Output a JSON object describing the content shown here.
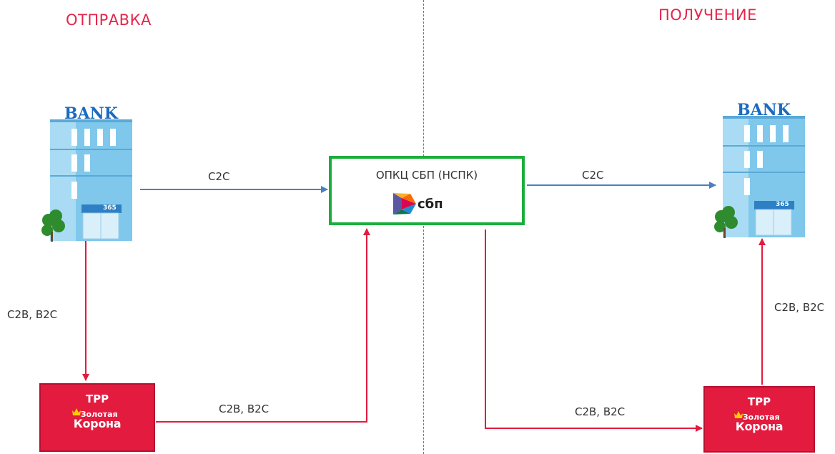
{
  "headings": {
    "send": "ОТПРАВКА",
    "receive": "ПОЛУЧЕНИЕ"
  },
  "hub": {
    "title": "ОПКЦ СБП (НСПК)",
    "logo_text": "сбп"
  },
  "banks": {
    "sign": "BANK",
    "door_number": "365"
  },
  "tpp": {
    "title": "ТРР",
    "brand_line1": "Золотая",
    "brand_line2": "Корона"
  },
  "flows": {
    "send_bank_to_hub": "C2C",
    "hub_to_recv_bank": "C2C",
    "send_bank_to_tpp": "C2B, B2C",
    "send_tpp_to_hub": "C2B, B2C",
    "hub_to_recv_tpp": "C2B, B2C",
    "recv_tpp_to_bank": "C2B, B2C"
  },
  "colors": {
    "heading": "#e5254a",
    "c2c_arrow": "#4a7fc1",
    "c2b_arrow": "#e31b3f",
    "hub_border": "#1cae3c",
    "tpp_fill": "#e31b3f",
    "bank_facade": "#7fc8ec",
    "bank_sign": "#1a6bc0"
  }
}
